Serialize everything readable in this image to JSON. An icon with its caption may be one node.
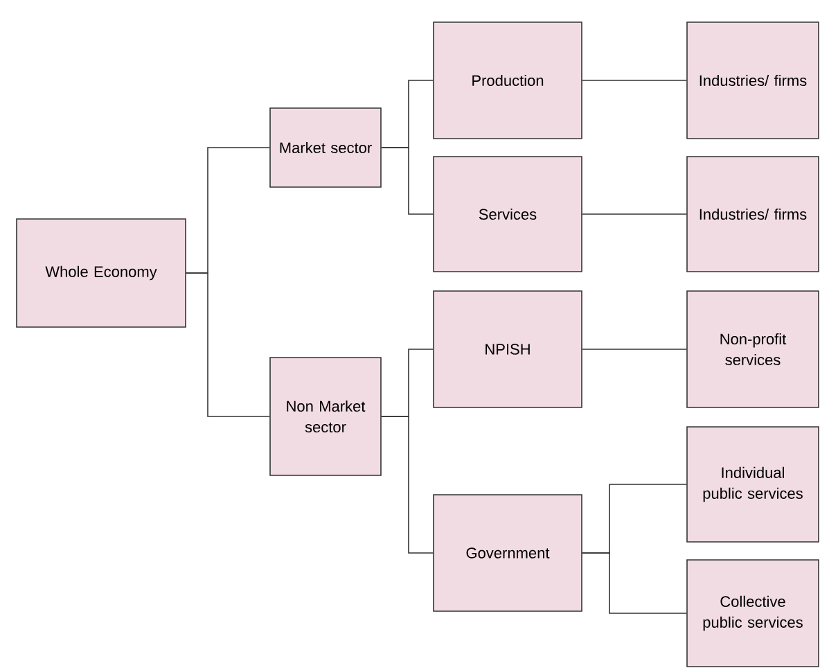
{
  "diagram": {
    "nodes": [
      {
        "text": [
          "Whole Economy"
        ]
      },
      {
        "text": [
          "Market sector"
        ]
      },
      {
        "text": [
          "Non Market sector"
        ]
      },
      {
        "text": [
          "Production"
        ]
      },
      {
        "text": [
          "Services"
        ]
      },
      {
        "text": [
          "NPISH"
        ]
      },
      {
        "text": [
          "Government"
        ]
      },
      {
        "text": [
          "Industries/ firms"
        ]
      },
      {
        "text": [
          "Industries/ firms"
        ]
      },
      {
        "text": [
          "Non-profit services"
        ]
      },
      {
        "text": [
          "Individual public services"
        ]
      },
      {
        "text": [
          "Collective public services"
        ]
      }
    ],
    "edges": [
      {
        "from": 0,
        "to": 1,
        "arrow": "none"
      },
      {
        "from": 0,
        "to": 2,
        "arrow": "none"
      },
      {
        "from": 1,
        "to": 3,
        "arrow": "none"
      },
      {
        "from": 1,
        "to": 4,
        "arrow": "none"
      },
      {
        "from": 2,
        "to": 5,
        "arrow": "none"
      },
      {
        "from": 2,
        "to": 6,
        "arrow": "none"
      },
      {
        "from": 3,
        "to": 7,
        "arrow": "none"
      },
      {
        "from": 4,
        "to": 8,
        "arrow": "none"
      },
      {
        "from": 5,
        "to": 9,
        "arrow": "none"
      },
      {
        "from": 6,
        "to": 10,
        "arrow": "none"
      },
      {
        "from": 6,
        "to": 11,
        "arrow": "none"
      }
    ]
  }
}
